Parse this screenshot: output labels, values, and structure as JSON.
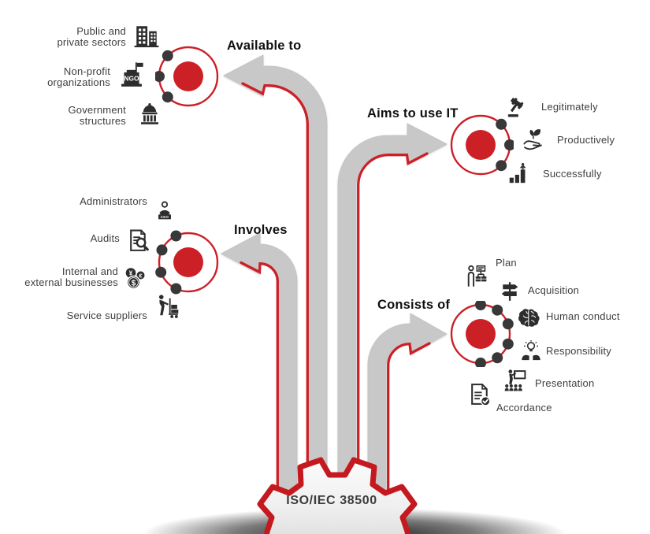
{
  "hub": {
    "label": "ISO/IEC 38500"
  },
  "colors": {
    "red": "#cc2027",
    "arrow_gray": "#c8c8c8",
    "icon_dark": "#2d2d2d",
    "dot": "#383838",
    "label_text": "#3e3e3e"
  },
  "branches": [
    {
      "id": "available-to",
      "heading": "Available to",
      "items": [
        {
          "label": "Public and\nprivate sectors",
          "icon": "buildings-icon"
        },
        {
          "label": "Non-profit\norganizations",
          "icon": "ngo-building-icon"
        },
        {
          "label": "Government\nstructures",
          "icon": "government-building-icon"
        }
      ]
    },
    {
      "id": "aims-to-use-it",
      "heading": "Aims to use IT",
      "items": [
        {
          "label": "Legitimately",
          "icon": "gavel-icon"
        },
        {
          "label": "Productively",
          "icon": "hand-plant-icon"
        },
        {
          "label": "Successfully",
          "icon": "growth-chart-icon"
        }
      ]
    },
    {
      "id": "involves",
      "heading": "Involves",
      "items": [
        {
          "label": "Administrators",
          "icon": "ceo-person-icon"
        },
        {
          "label": "Audits",
          "icon": "audit-document-icon"
        },
        {
          "label": "Internal and\nexternal businesses",
          "icon": "coins-icon"
        },
        {
          "label": "Service suppliers",
          "icon": "service-supplier-icon"
        }
      ]
    },
    {
      "id": "consists-of",
      "heading": "Consists of",
      "items": [
        {
          "label": "Plan",
          "icon": "org-chart-icon"
        },
        {
          "label": "Acquisition",
          "icon": "signpost-icon"
        },
        {
          "label": "Human conduct",
          "icon": "brain-icon"
        },
        {
          "label": "Responsibility",
          "icon": "hands-lightbulb-icon"
        },
        {
          "label": "Presentation",
          "icon": "presentation-icon"
        },
        {
          "label": "Accordance",
          "icon": "document-check-icon"
        }
      ]
    }
  ]
}
